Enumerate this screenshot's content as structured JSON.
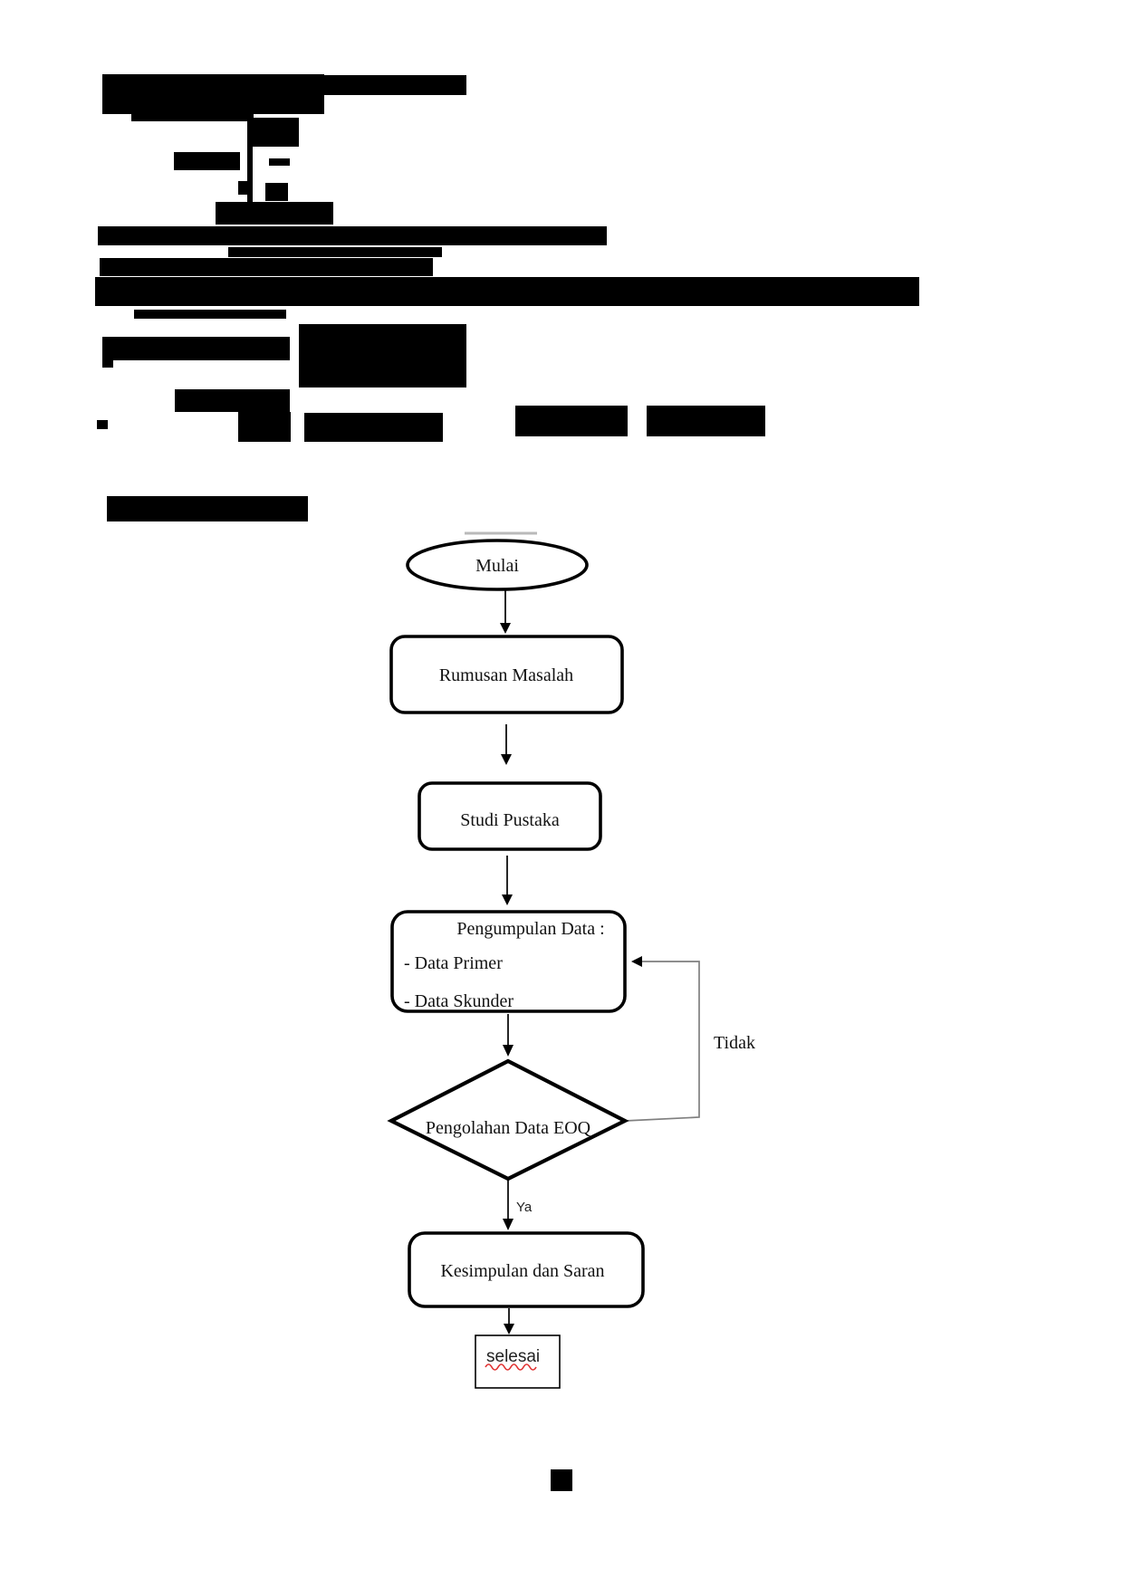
{
  "document": {
    "background": "#ffffff",
    "redaction_color": "#000000"
  },
  "redactions": [
    [
      113,
      82,
      245,
      44
    ],
    [
      358,
      83,
      157,
      22
    ],
    [
      145,
      125,
      135,
      9
    ],
    [
      273,
      130,
      57,
      32
    ],
    [
      273,
      160,
      6,
      72
    ],
    [
      192,
      168,
      73,
      20
    ],
    [
      297,
      175,
      23,
      8
    ],
    [
      263,
      200,
      14,
      15
    ],
    [
      293,
      202,
      25,
      20
    ],
    [
      238,
      223,
      130,
      25
    ],
    [
      108,
      250,
      562,
      21
    ],
    [
      252,
      273,
      236,
      11
    ],
    [
      110,
      285,
      368,
      20
    ],
    [
      105,
      306,
      910,
      32
    ],
    [
      148,
      342,
      168,
      10
    ],
    [
      113,
      372,
      207,
      26
    ],
    [
      113,
      398,
      12,
      8
    ],
    [
      330,
      358,
      185,
      70
    ],
    [
      193,
      430,
      127,
      25
    ],
    [
      263,
      455,
      58,
      33
    ],
    [
      336,
      456,
      153,
      32
    ],
    [
      569,
      448,
      124,
      34
    ],
    [
      714,
      448,
      131,
      34
    ],
    [
      107,
      464,
      12,
      10
    ],
    [
      118,
      548,
      222,
      28
    ],
    [
      608,
      1623,
      24,
      24
    ]
  ],
  "flowchart": {
    "nodes": {
      "start": {
        "shape": "ellipse",
        "label": "Mulai"
      },
      "rumusan_masalah": {
        "shape": "rounded-rect",
        "label": "Rumusan Masalah"
      },
      "studi_pustaka": {
        "shape": "rounded-rect",
        "label": "Studi Pustaka"
      },
      "pengumpulan_data": {
        "shape": "rounded-rect",
        "title": "Pengumpulan Data :",
        "items": [
          "- Data Primer",
          "- Data Skunder"
        ]
      },
      "pengolahan_data": {
        "shape": "diamond",
        "label": "Pengolahan Data EOQ"
      },
      "kesimpulan": {
        "shape": "rounded-rect",
        "label": "Kesimpulan dan Saran"
      },
      "selesai": {
        "shape": "rect",
        "label": "selesai",
        "spellcheck_underline": true
      }
    },
    "edge_labels": {
      "no": "Tidak",
      "yes": "Ya"
    },
    "colors": {
      "stroke": "#000000",
      "feedback_line": "#7f7f7f",
      "spellcheck": "#e03131"
    }
  }
}
